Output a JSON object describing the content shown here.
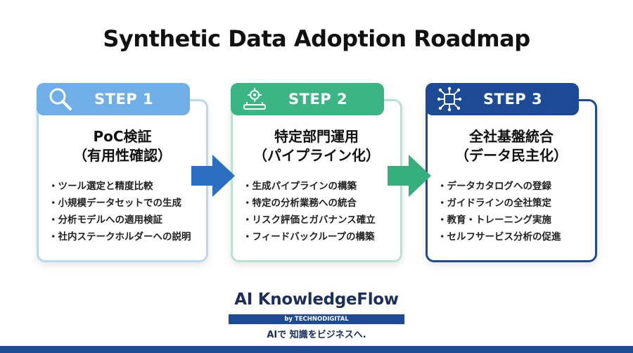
{
  "title": "Synthetic Data Adoption Roadmap",
  "colors": {
    "step1": "#6faee6",
    "step2": "#3bb584",
    "step3": "#1d4a94",
    "arrow1": "#2a6fc0",
    "arrow2": "#35b07d",
    "brand": "#1d4a94"
  },
  "steps": [
    {
      "label": "STEP 1",
      "icon": "magnifier-icon",
      "title_line1": "PoC検証",
      "title_line2": "（有用性確認）",
      "bullets": [
        "ツール選定と精度比較",
        "小規模データセットでの生成",
        "分析モデルへの適用検証",
        "社内ステークホルダーへの説明"
      ]
    },
    {
      "label": "STEP 2",
      "icon": "gear-pipeline-icon",
      "title_line1": "特定部門運用",
      "title_line2": "（パイプライン化）",
      "bullets": [
        "生成パイプラインの構築",
        "特定の分析業務への統合",
        "リスク評価とガバナンス確立",
        "フィードバックループの構築"
      ]
    },
    {
      "label": "STEP 3",
      "icon": "network-hub-icon",
      "title_line1": "全社基盤統合",
      "title_line2": "（データ民主化）",
      "bullets": [
        "データカタログへの登録",
        "ガイドラインの全社策定",
        "教育・トレーニング実施",
        "セルフサービス分析の促進"
      ]
    }
  ],
  "brand": {
    "name": "AI KnowledgeFlow",
    "byline": "by TECHNODIGITAL",
    "tagline": "AIで 知識をビジネスへ."
  }
}
